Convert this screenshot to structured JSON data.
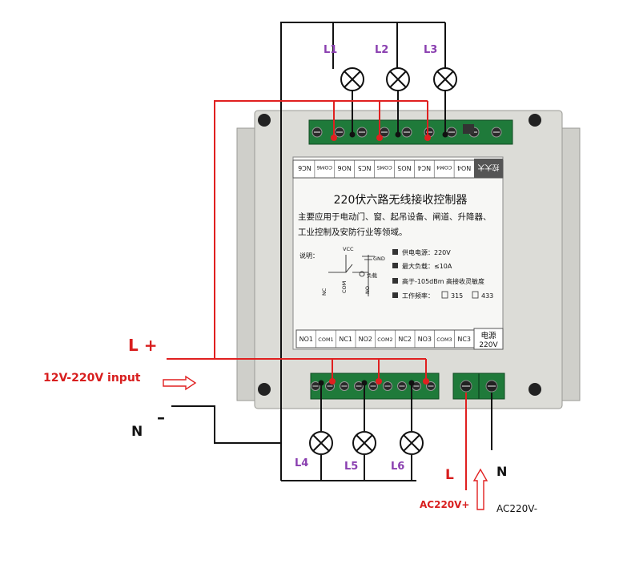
{
  "lamps": {
    "top": [
      "L1",
      "L2",
      "L3"
    ],
    "bottom": [
      "L4",
      "L5",
      "L6"
    ]
  },
  "inputs": {
    "l_plus": "L +",
    "voltage": "12V-220V input",
    "n_minus_n": "N",
    "n_minus_sign": "–"
  },
  "power": {
    "l": "L",
    "n": "N",
    "ac_plus": "AC220V+",
    "ac_minus": "AC220V-"
  },
  "label": {
    "brand": "控大大",
    "title": "220伏六路无线接收控制器",
    "desc_line1": "主要应用于电动门、窗、起吊设备、闸道、升降器、",
    "desc_line2": "工业控制及安防行业等领域。",
    "explain": "说明：",
    "vcc": "VCC",
    "gnd": "GND",
    "load": "负载",
    "nc": "NC",
    "com": "COM",
    "no": "NO",
    "spec1": "供电电源：220V",
    "spec2": "最大负载：≤10A",
    "spec3": "高于-105dBm 高接收灵敏度",
    "spec4": "工作频率：",
    "freq1": "315",
    "freq2": "433",
    "power_top": "电源",
    "power_bot": "220V",
    "top_terms": [
      "NC6",
      "COM6",
      "NO6",
      "NC5",
      "COM5",
      "NO5",
      "NC4",
      "COM4",
      "NO4"
    ],
    "bottom_terms": [
      "NO1",
      "COM1",
      "NC1",
      "NO2",
      "COM2",
      "NC2",
      "NO3",
      "COM3",
      "NC3"
    ]
  },
  "colors": {
    "red_wire": "#e02020",
    "black_wire": "#111111",
    "terminal_green": "#1f7a3a",
    "housing": "#d9d9d4"
  }
}
